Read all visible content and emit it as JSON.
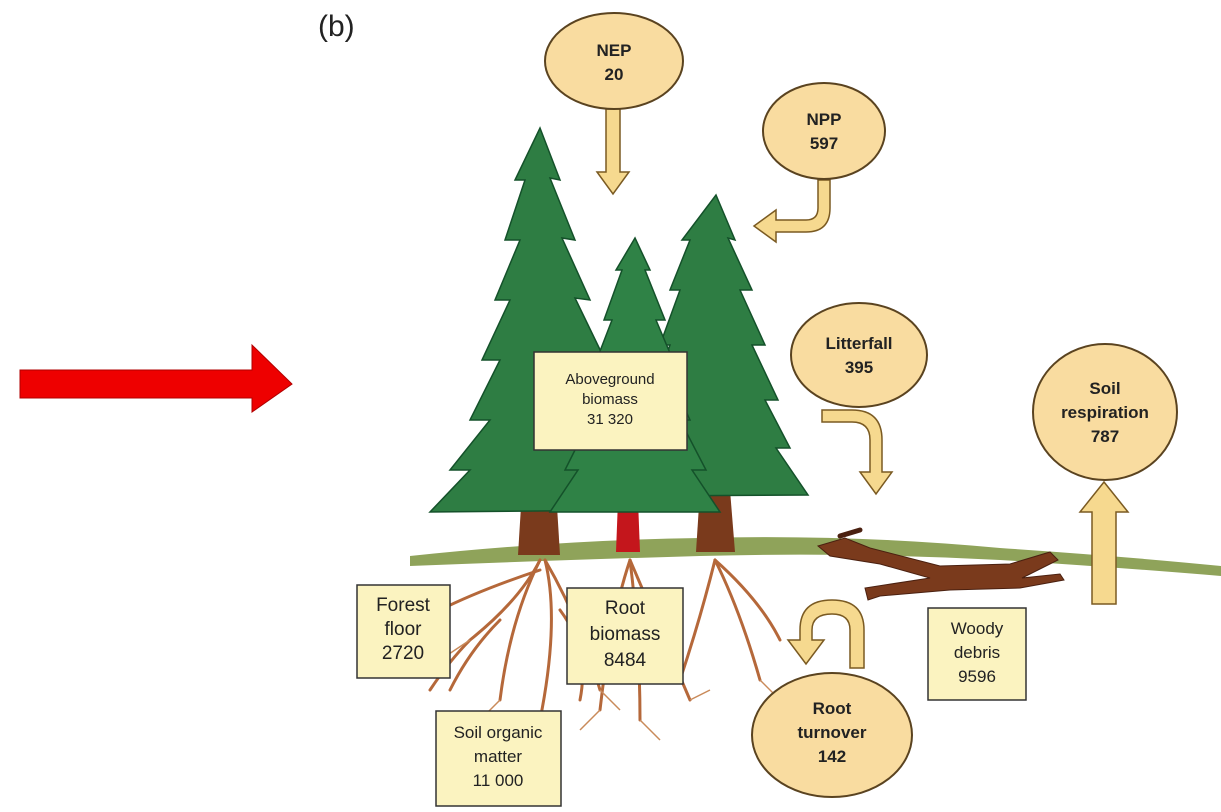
{
  "panel_label": "(b)",
  "colors": {
    "pointer_arrow": "#ee0000",
    "node_fill": "#f9dca0",
    "node_stroke": "#5a4320",
    "box_fill": "#fbf3c0",
    "tree_green": "#2e7d43",
    "trunk_brown": "#7a3a1c",
    "ground_green": "#8fa35a",
    "flow_arrow": "#f6d98f"
  },
  "nodes": {
    "nep": {
      "line1": "NEP",
      "line2": "20",
      "shape": "ellipse"
    },
    "npp": {
      "line1": "NPP",
      "line2": "597",
      "shape": "ellipse"
    },
    "litterfall": {
      "line1": "Litterfall",
      "line2": "395",
      "shape": "ellipse"
    },
    "soil_respiration": {
      "line1": "Soil",
      "line2": "respiration",
      "line3": "787",
      "shape": "ellipse"
    },
    "root_turnover": {
      "line1": "Root",
      "line2": "turnover",
      "line3": "142",
      "shape": "ellipse"
    },
    "aboveground_biomass": {
      "line1": "Aboveground",
      "line2": "biomass",
      "line3": "31 320",
      "shape": "box"
    },
    "forest_floor": {
      "line1": "Forest",
      "line2": "floor",
      "line3": "2720",
      "shape": "box"
    },
    "root_biomass": {
      "line1": "Root",
      "line2": "biomass",
      "line3": "8484",
      "shape": "box"
    },
    "woody_debris": {
      "line1": "Woody",
      "line2": "debris",
      "line3": "9596",
      "shape": "box"
    },
    "soil_organic_matter": {
      "line1": "Soil organic",
      "line2": "matter",
      "line3": "11 000",
      "shape": "box"
    }
  }
}
